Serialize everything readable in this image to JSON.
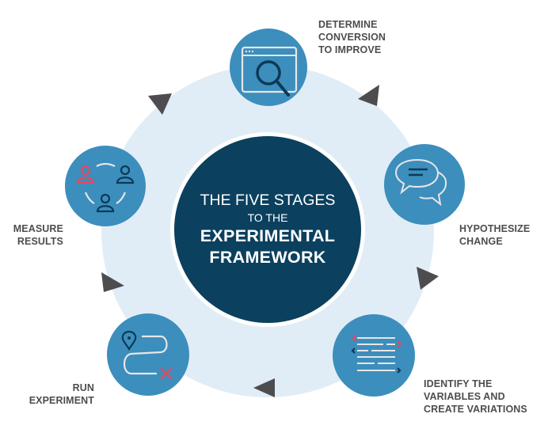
{
  "title": {
    "line1": "THE FIVE STAGES",
    "line2": "TO THE",
    "line3": "EXPERIMENTAL",
    "line4": "FRAMEWORK"
  },
  "colors": {
    "ring_bg": "#e1edf6",
    "center": "#0b405e",
    "stage_circle": "#3c8ebd",
    "icon_light": "#e6e6e6",
    "icon_dark": "#0b3a56",
    "icon_accent": "#e5485c",
    "arrow": "#4d4d4f",
    "label": "#4d4d4f"
  },
  "stages": [
    {
      "id": "determine",
      "icon": "browser-search-icon",
      "label_lines": [
        "DETERMINE",
        "CONVERSION",
        "TO IMPROVE"
      ]
    },
    {
      "id": "hypothesize",
      "icon": "speech-bubbles-icon",
      "label_lines": [
        "HYPOTHESIZE",
        "CHANGE"
      ]
    },
    {
      "id": "identify",
      "icon": "code-lines-icon",
      "label_lines": [
        "IDENTIFY THE",
        "VARIABLES AND",
        "CREATE VARIATIONS"
      ]
    },
    {
      "id": "run",
      "icon": "route-map-icon",
      "label_lines": [
        "RUN",
        "EXPERIMENT"
      ]
    },
    {
      "id": "measure",
      "icon": "people-cycle-icon",
      "label_lines": [
        "MEASURE",
        "RESULTS"
      ]
    }
  ],
  "arrows": [
    "arrow-determine-to-hypothesize",
    "arrow-hypothesize-to-identify",
    "arrow-identify-to-run",
    "arrow-run-to-measure",
    "arrow-measure-to-determine"
  ]
}
